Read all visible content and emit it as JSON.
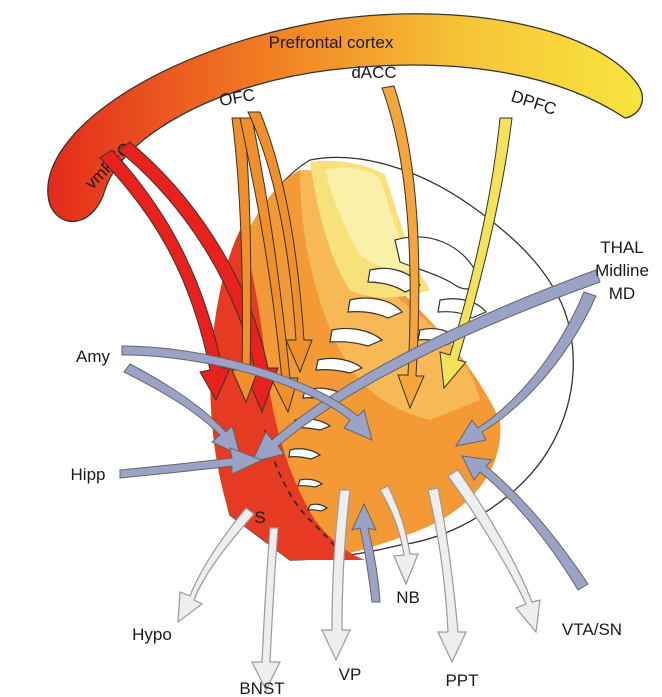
{
  "regions": {
    "prefrontal_cortex": "Prefrontal cortex",
    "vmpfc": "vmPFC",
    "ofc": "OFC",
    "dacc": "dACC",
    "dpfc": "DPFC",
    "thal": "THAL",
    "midline": "Midline",
    "md": "MD",
    "amy": "Amy",
    "hipp": "Hipp",
    "s": "S",
    "hypo": "Hypo",
    "bnst": "BNST",
    "vp": "VP",
    "nb": "NB",
    "ppt": "PPT",
    "vta_sn": "VTA/SN"
  },
  "colors": {
    "vmpfc": "#e8211d",
    "ofc": "#f1902a",
    "dacc": "#f5a53a",
    "dpfc": "#f3e25a",
    "thalamic_input": "#9aa3c6",
    "output": "#eeeeee",
    "output_stroke": "#9a9a9a"
  }
}
